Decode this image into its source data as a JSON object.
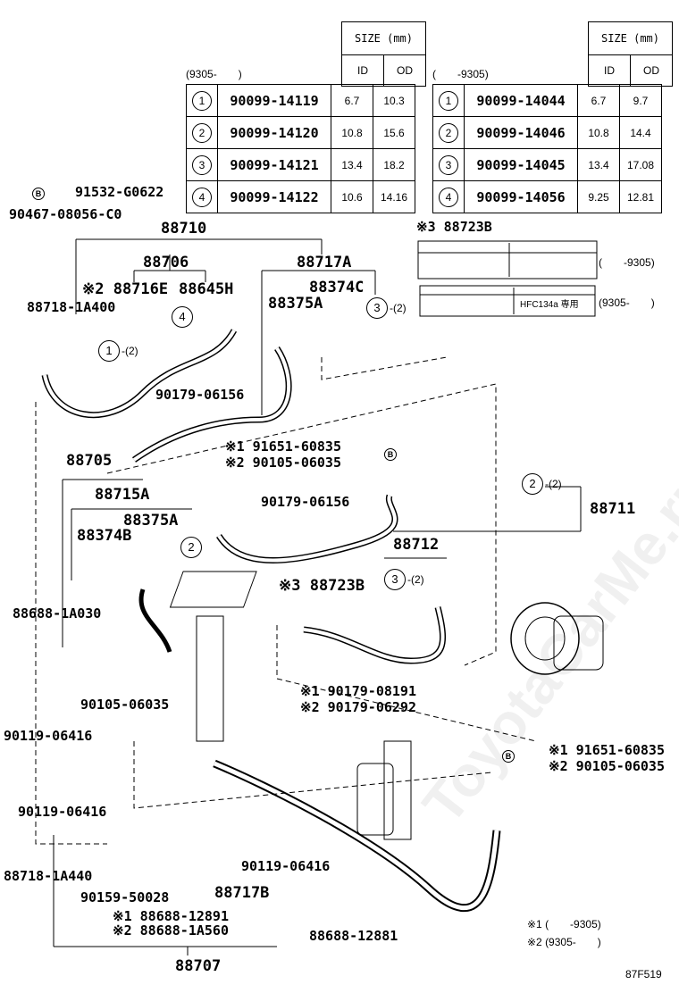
{
  "table_left": {
    "size_header": "SIZE (mm)",
    "period": "(9305-　　)",
    "col_id": "ID",
    "col_od": "OD",
    "rows": [
      {
        "num": "1",
        "part": "90099-14119",
        "id": "6.7",
        "od": "10.3"
      },
      {
        "num": "2",
        "part": "90099-14120",
        "id": "10.8",
        "od": "15.6"
      },
      {
        "num": "3",
        "part": "90099-14121",
        "id": "13.4",
        "od": "18.2"
      },
      {
        "num": "4",
        "part": "90099-14122",
        "id": "10.6",
        "od": "14.16"
      }
    ]
  },
  "table_right": {
    "size_header": "SIZE (mm)",
    "period": "(　　-9305)",
    "col_id": "ID",
    "col_od": "OD",
    "rows": [
      {
        "num": "1",
        "part": "90099-14044",
        "id": "6.7",
        "od": "9.7"
      },
      {
        "num": "2",
        "part": "90099-14046",
        "id": "10.8",
        "od": "14.4"
      },
      {
        "num": "3",
        "part": "90099-14045",
        "id": "13.4",
        "od": "17.08"
      },
      {
        "num": "4",
        "part": "90099-14056",
        "id": "9.25",
        "od": "12.81"
      }
    ]
  },
  "labels_card": {
    "part": "※3 88723B",
    "period_upper": "(　　-9305)",
    "period_lower": "(9305-　　)",
    "refrigerant": "HFC134a 専用"
  },
  "parts": {
    "p91532": "91532-G0622",
    "p90467": "90467-08056-C0",
    "p88710": "88710",
    "p88706": "88706",
    "p88717A": "88717A",
    "p88716E": "※2 88716E",
    "p88645H": "88645H",
    "p88374C": "88374C",
    "p88375A_top": "88375A",
    "p88718_1A400": "88718-1A400",
    "p90179_06156_a": "90179-06156",
    "p91651_a1": "※1 91651-60835",
    "p90105_a2": "※2 90105-06035",
    "p88705": "88705",
    "p88715A": "88715A",
    "p90179_06156_b": "90179-06156",
    "p88711": "88711",
    "p88375A": "88375A",
    "p88374B": "88374B",
    "p88712": "88712",
    "p88723B": "※3 88723B",
    "p88688_1A030": "88688-1A030",
    "p90179_08191": "※1 90179-08191",
    "p90179_06292": "※2 90179-06292",
    "p90105_06035": "90105-06035",
    "p90119_06416_a": "90119-06416",
    "p91651_b1": "※1 91651-60835",
    "p90105_b2": "※2 90105-06035",
    "p90119_06416_b": "90119-06416",
    "p88718_1A440": "88718-1A440",
    "p90119_06416_c": "90119-06416",
    "p90159_50028": "90159-50028",
    "p88717B": "88717B",
    "p88688_12891": "※1 88688-12891",
    "p88688_1A560": "※2 88688-1A560",
    "p88688_12881": "88688-12881",
    "p88707": "88707"
  },
  "callouts": {
    "c1": "1",
    "c1_count": "-(2)",
    "c2": "2",
    "c2_count": "-(2)",
    "c3": "3",
    "c3_count": "-(2)",
    "c3b_count": "-(2)",
    "c4": "4",
    "cB": "B",
    "c2b": "2"
  },
  "legend": {
    "note1": "※1 (　　-9305)",
    "note2": "※2 (9305-　　)"
  },
  "figure_code": "87F519"
}
